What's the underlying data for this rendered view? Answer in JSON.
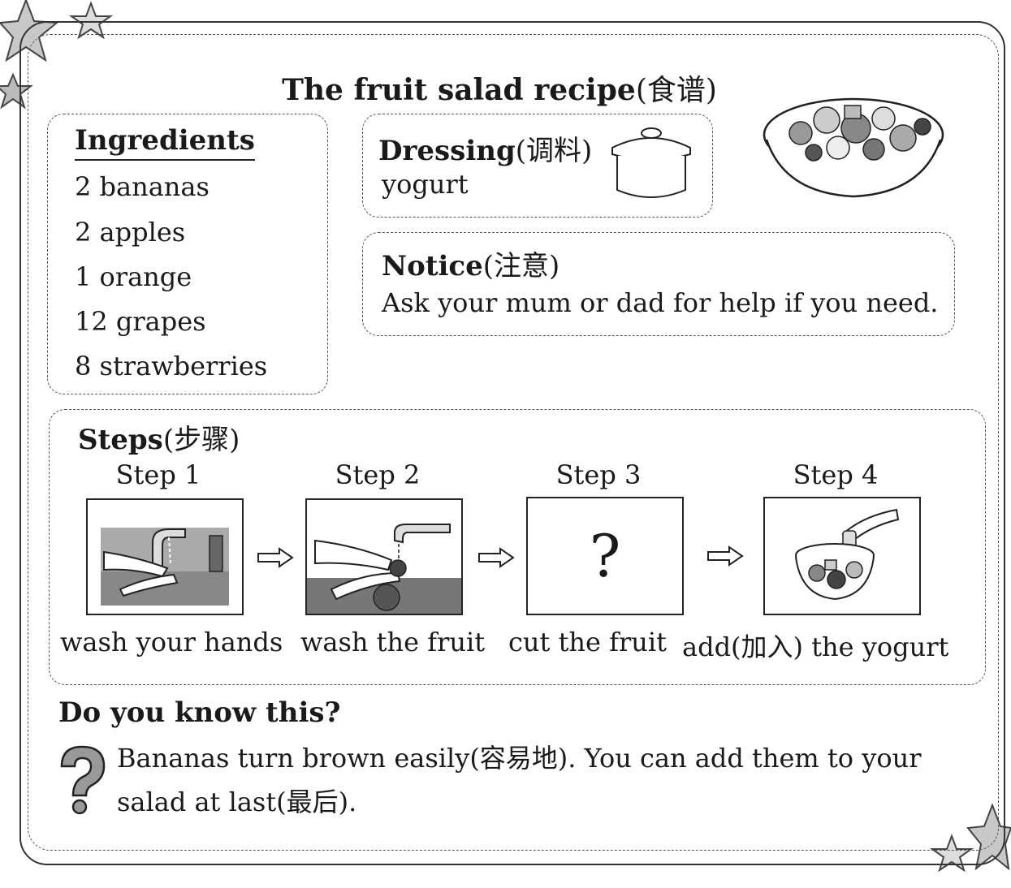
{
  "title": "The fruit salad recipe",
  "title_cn": "(食谱)",
  "ingredients": {
    "heading": "Ingredients",
    "items": [
      "2 bananas",
      "2 apples",
      "1 orange",
      "12 grapes",
      "8 strawberries"
    ]
  },
  "dressing": {
    "heading": "Dressing",
    "heading_cn": "(调料)",
    "text": "yogurt"
  },
  "notice": {
    "heading": "Notice",
    "heading_cn": "(注意)",
    "text": "Ask your mum or dad for help if you need."
  },
  "steps": {
    "heading": "Steps",
    "heading_cn": "(步骤)",
    "items": [
      {
        "label": "Step 1",
        "caption": "wash your hands"
      },
      {
        "label": "Step 2",
        "caption": "wash the fruit"
      },
      {
        "label": "Step 3",
        "caption": "cut the fruit",
        "mark": "?"
      },
      {
        "label": "Step 4",
        "caption": "add(加入) the yogurt"
      }
    ]
  },
  "know": {
    "heading": "Do you know this?",
    "line1": "Bananas turn brown easily(容易地). You can add them to your",
    "line2": "salad at last(最后)."
  },
  "icons": [
    "star-icon",
    "yogurt-pot-icon",
    "salad-bowl-icon",
    "arrow-right-icon",
    "question-mark-icon"
  ]
}
